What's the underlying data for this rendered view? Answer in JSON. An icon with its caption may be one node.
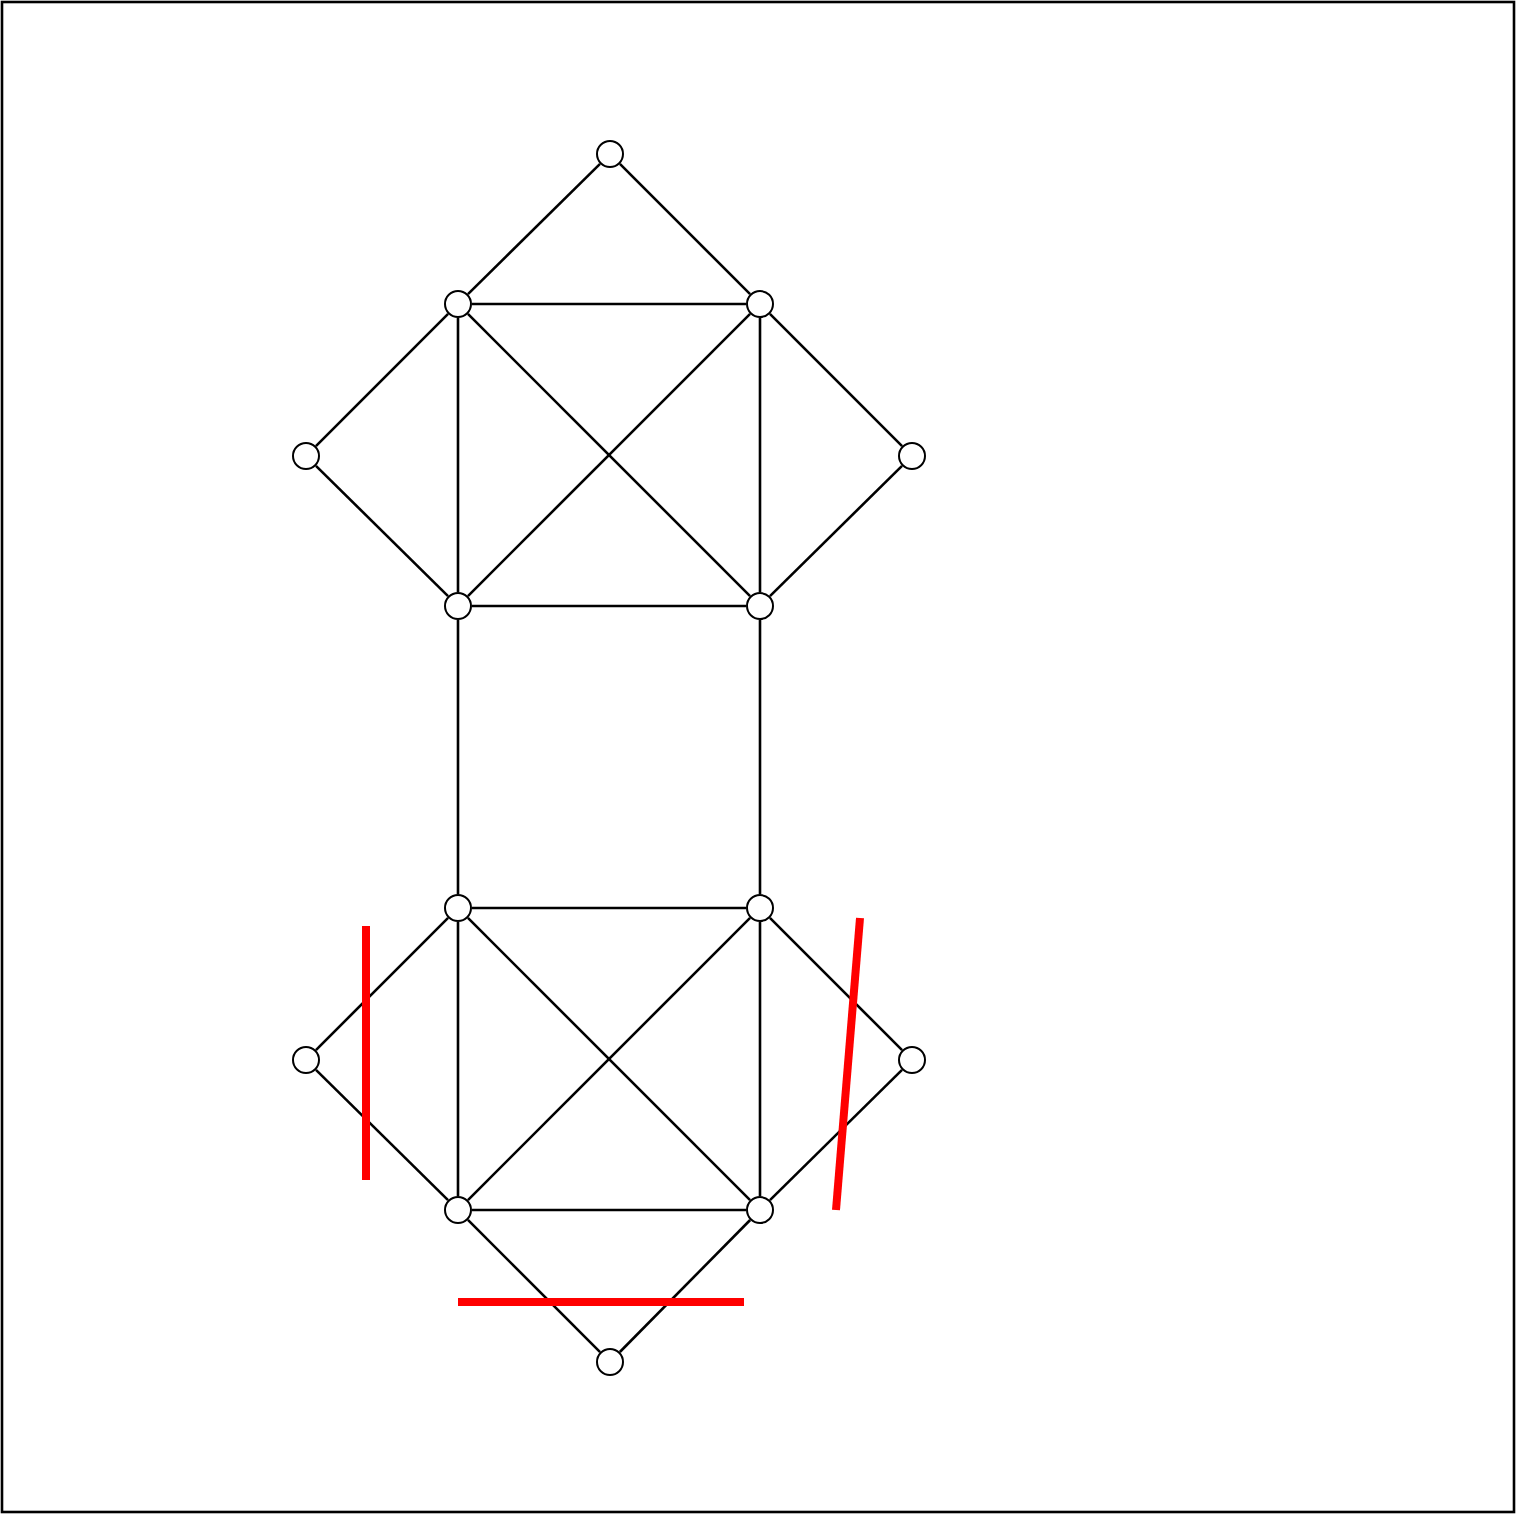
{
  "diagram": {
    "nodes": [
      {
        "text": [],
        "shape": "circle"
      },
      {
        "text": [],
        "shape": "circle"
      },
      {
        "text": [],
        "shape": "circle"
      },
      {
        "text": [],
        "shape": "circle"
      },
      {
        "text": [],
        "shape": "circle"
      },
      {
        "text": [],
        "shape": "circle"
      },
      {
        "text": [],
        "shape": "circle"
      },
      {
        "text": [],
        "shape": "circle"
      },
      {
        "text": [],
        "shape": "circle"
      },
      {
        "text": [],
        "shape": "circle"
      },
      {
        "text": [],
        "shape": "circle"
      },
      {
        "text": [],
        "shape": "circle"
      },
      {
        "text": [],
        "shape": "circle"
      },
      {
        "text": [],
        "shape": "circle"
      }
    ],
    "edges": [
      {
        "from": 0,
        "to": 1,
        "arrow": "none"
      },
      {
        "from": 0,
        "to": 2,
        "arrow": "none"
      },
      {
        "from": 1,
        "to": 2,
        "arrow": "none"
      },
      {
        "from": 1,
        "to": 3,
        "arrow": "none"
      },
      {
        "from": 3,
        "to": 5,
        "arrow": "none"
      },
      {
        "from": 1,
        "to": 5,
        "arrow": "none"
      },
      {
        "from": 1,
        "to": 6,
        "arrow": "none"
      },
      {
        "from": 2,
        "to": 5,
        "arrow": "none"
      },
      {
        "from": 2,
        "to": 6,
        "arrow": "none"
      },
      {
        "from": 2,
        "to": 4,
        "arrow": "none"
      },
      {
        "from": 4,
        "to": 6,
        "arrow": "none"
      },
      {
        "from": 5,
        "to": 6,
        "arrow": "none"
      },
      {
        "from": 5,
        "to": 7,
        "arrow": "none"
      },
      {
        "from": 6,
        "to": 8,
        "arrow": "none"
      },
      {
        "from": 7,
        "to": 8,
        "arrow": "none"
      },
      {
        "from": 7,
        "to": 9,
        "arrow": "none"
      },
      {
        "from": 9,
        "to": 11,
        "arrow": "none"
      },
      {
        "from": 7,
        "to": 11,
        "arrow": "none"
      },
      {
        "from": 7,
        "to": 12,
        "arrow": "none"
      },
      {
        "from": 8,
        "to": 11,
        "arrow": "none"
      },
      {
        "from": 8,
        "to": 12,
        "arrow": "none"
      },
      {
        "from": 8,
        "to": 10,
        "arrow": "none"
      },
      {
        "from": 10,
        "to": 12,
        "arrow": "none"
      },
      {
        "from": 11,
        "to": 12,
        "arrow": "none"
      },
      {
        "from": 11,
        "to": 13,
        "arrow": "none"
      },
      {
        "from": 12,
        "to": 13,
        "arrow": "none"
      }
    ]
  }
}
